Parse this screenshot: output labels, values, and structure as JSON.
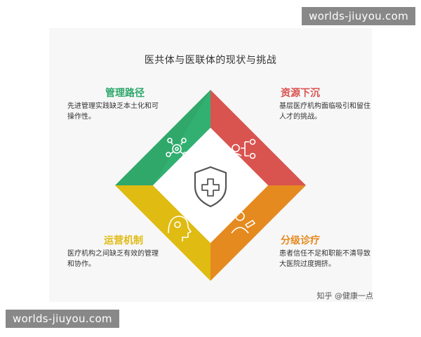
{
  "watermark_top": "worlds-jiuyou.com",
  "watermark_bottom": "worlds-jiuyou.com",
  "title": "医共体与医联体的现状与挑战",
  "sections": {
    "top_left": {
      "title": "管理路径",
      "desc": "先进管理实践缺乏本土化和可操作性。",
      "color": "#2fa86a",
      "icon": "network-gear-icon"
    },
    "top_right": {
      "title": "资源下沉",
      "desc": "基层医疗机构面临吸引和留住人才的挑战。",
      "color": "#d9534f",
      "icon": "people-flow-icon"
    },
    "bottom_left": {
      "title": "运营机制",
      "desc": "医疗机构之间缺乏有效的管理和协作。",
      "color": "#e0bb12",
      "icon": "head-idea-icon"
    },
    "bottom_right": {
      "title": "分级诊疗",
      "desc": "患者信任不足和职能不清导致大医院过度拥挤。",
      "color": "#e58a1f",
      "icon": "doctor-icon"
    }
  },
  "center_icon": "medical-shield-icon",
  "source": "知乎 @健康一点"
}
